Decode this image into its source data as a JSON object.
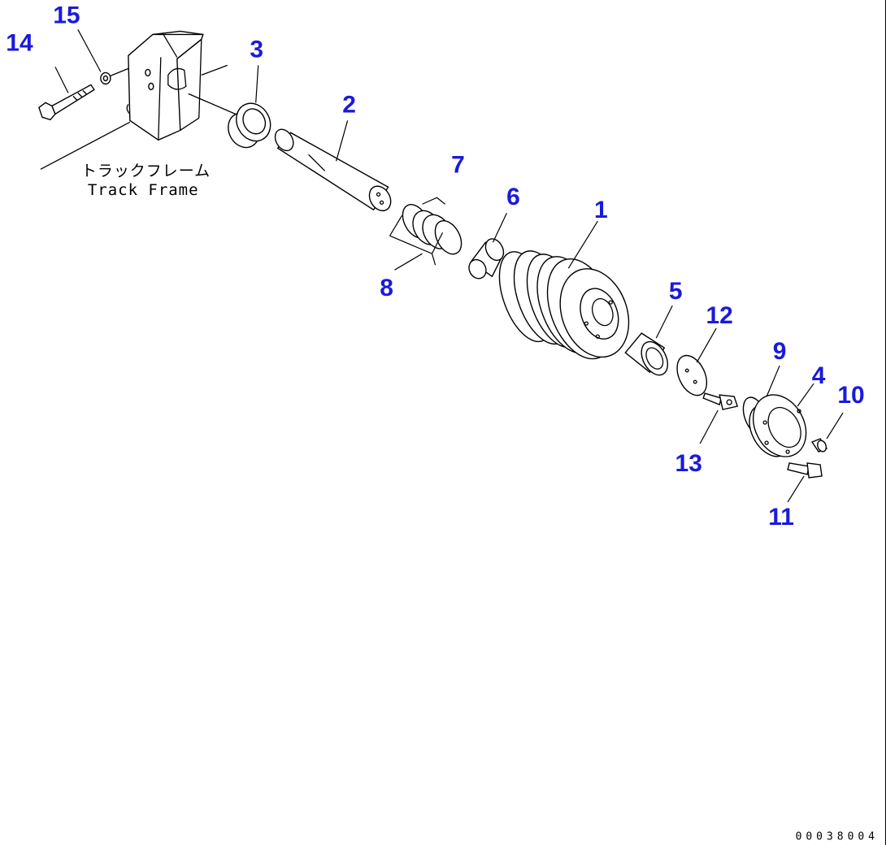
{
  "frame_label": {
    "japanese": "トラックフレーム",
    "english": "Track Frame"
  },
  "callouts": [
    "1",
    "2",
    "3",
    "4",
    "5",
    "6",
    "7",
    "8",
    "9",
    "10",
    "11",
    "12",
    "13",
    "14",
    "15"
  ],
  "document_id": "00038004",
  "colors": {
    "callout": "#1a1ad9",
    "line": "#000000",
    "background": "#ffffff"
  }
}
